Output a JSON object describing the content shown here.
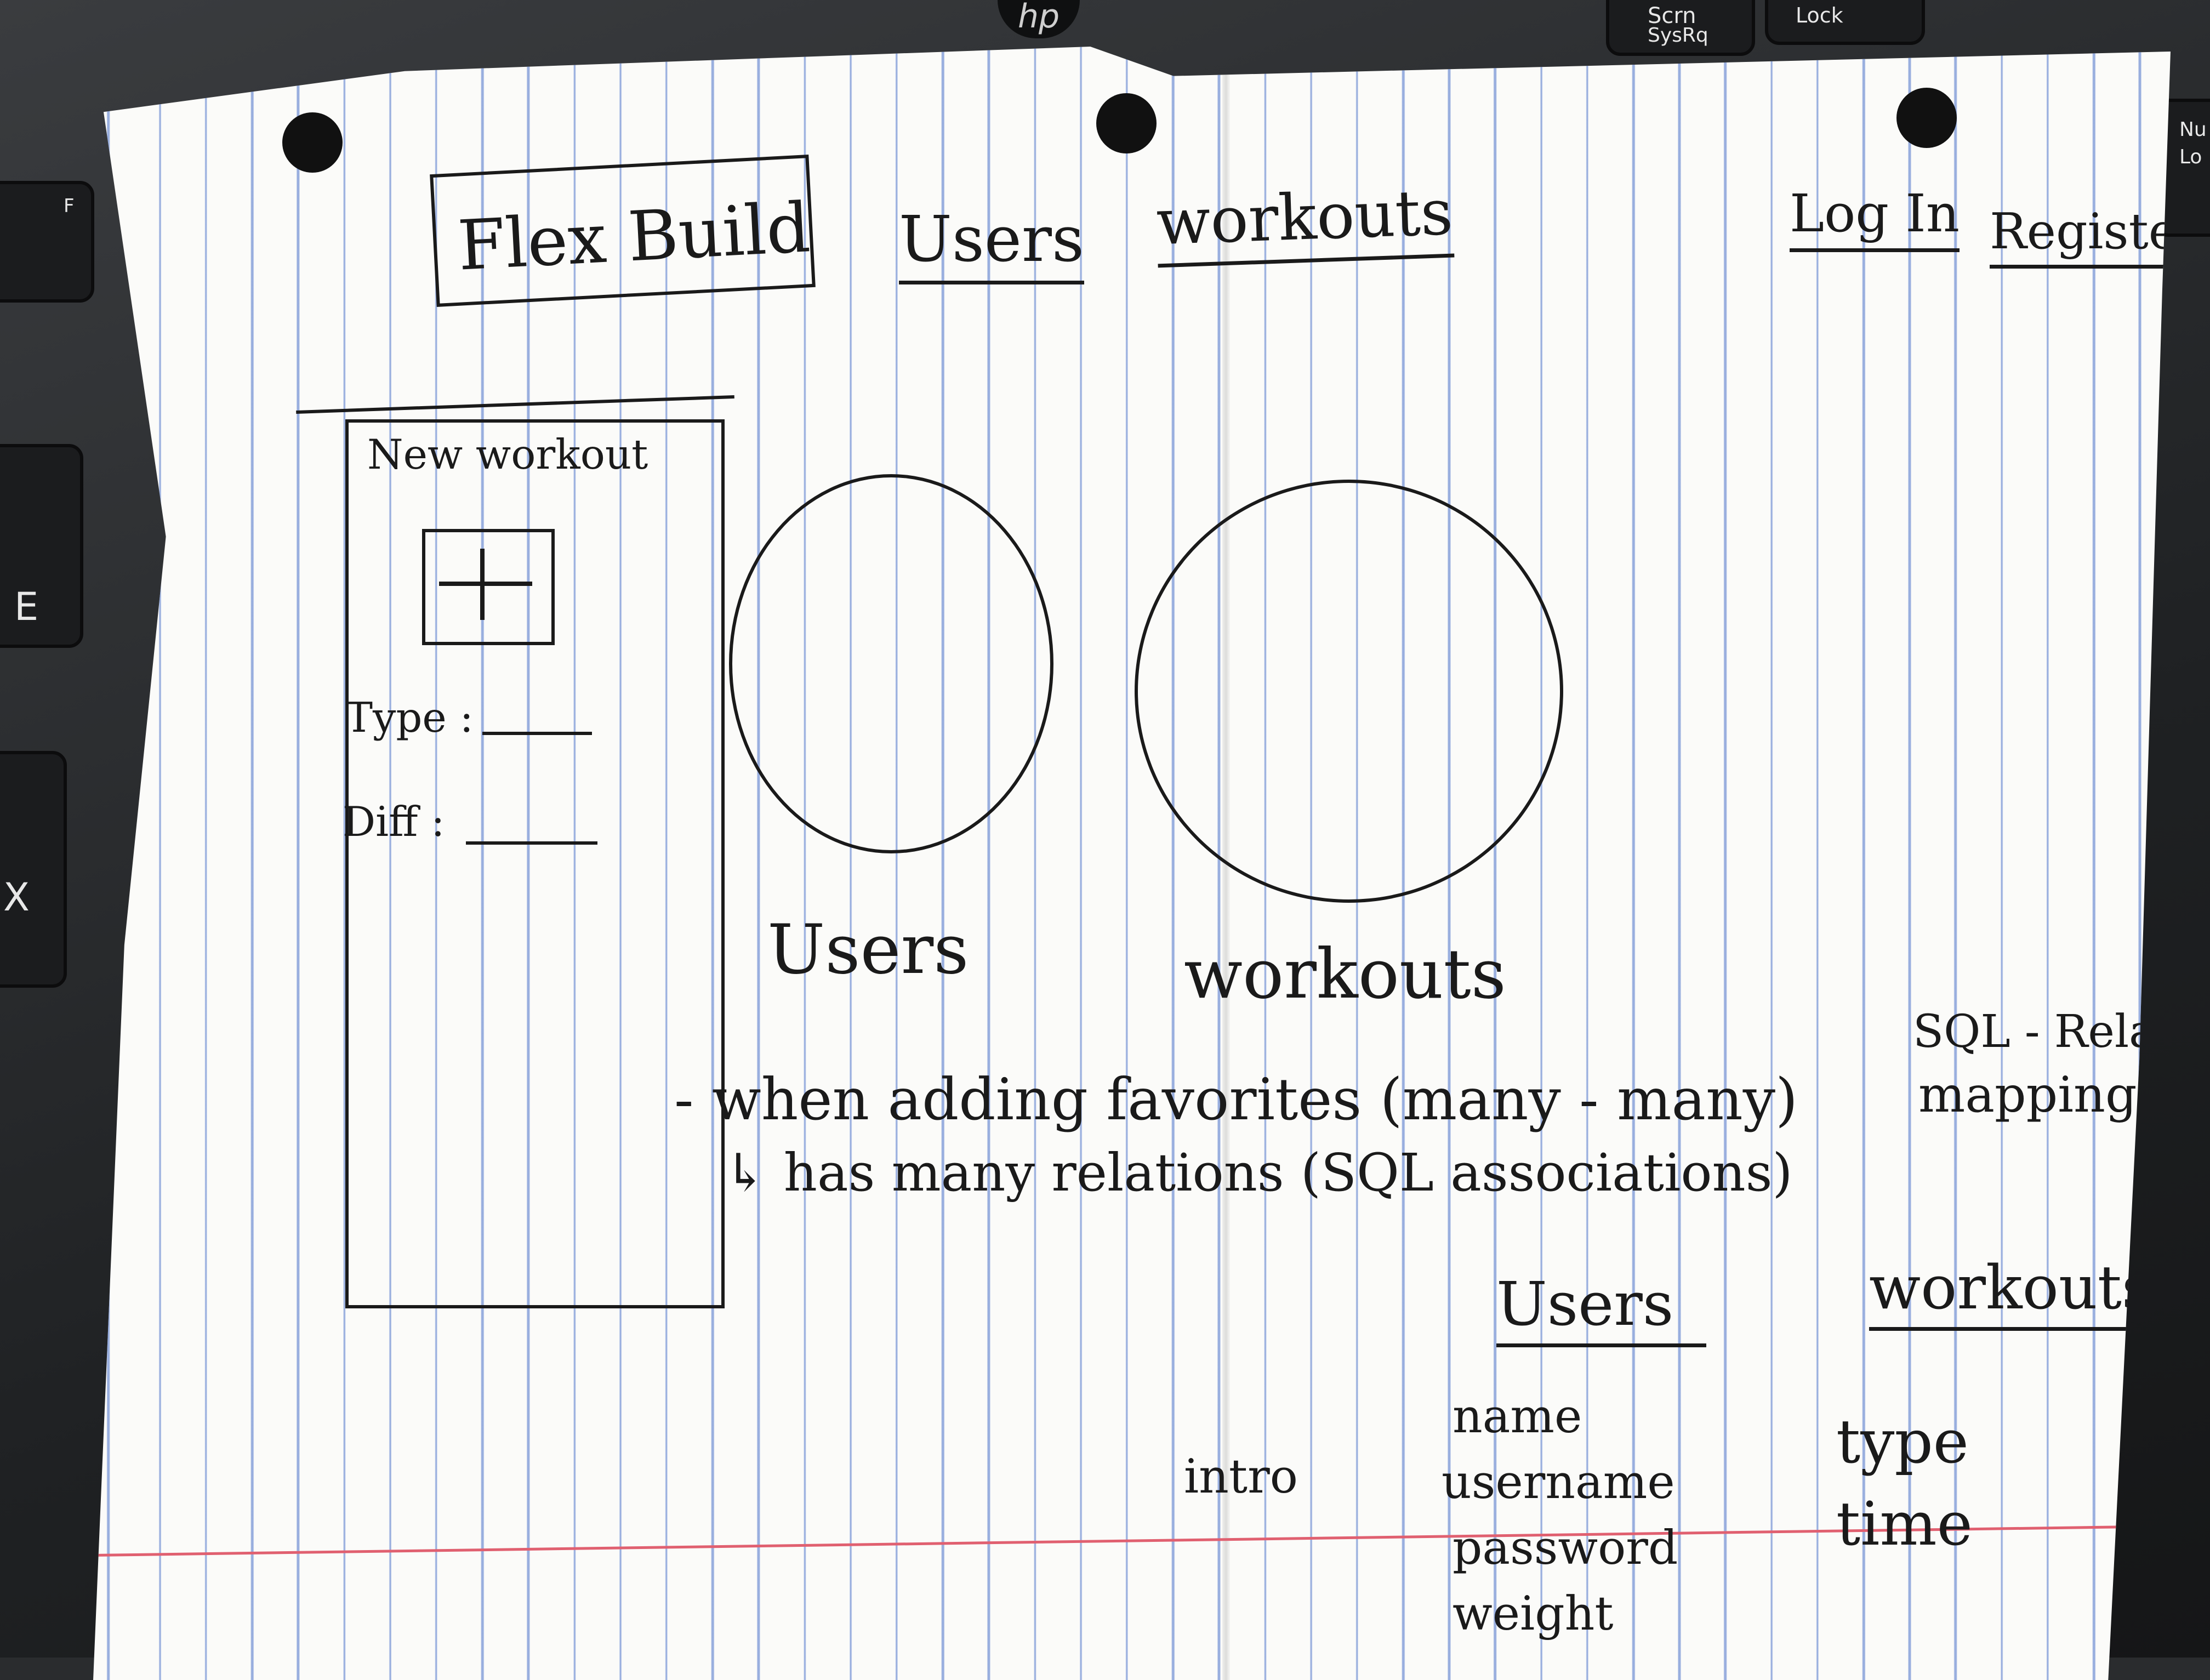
{
  "keyboard": {
    "brand": "hp",
    "keys": [
      "Scrn",
      "SysRq",
      "Lock",
      "Nu",
      "Lo",
      "F",
      "E",
      "X"
    ]
  },
  "sketch": {
    "nav": {
      "brand": "Flex Build",
      "users": "Users",
      "workouts": "workouts",
      "login": "Log In",
      "register": "Register"
    },
    "sidebar": {
      "title": "New workout",
      "add_icon": "plus-icon",
      "type_label": "Type :",
      "diff_label": "Diff :"
    },
    "circles": {
      "users_label": "Users",
      "workouts_label": "workouts"
    },
    "notes": {
      "line1": "- when adding favorites (many - many)",
      "line2": "↳ has many relations (SQL associations)",
      "side1": "SQL - Relation",
      "side2": "mapping"
    },
    "tables": {
      "intro": "intro",
      "users_header": "Users",
      "users_fields": [
        "name",
        "username",
        "password",
        "weight"
      ],
      "workouts_header": "workouts",
      "workouts_fields": [
        "type",
        "time"
      ]
    }
  }
}
